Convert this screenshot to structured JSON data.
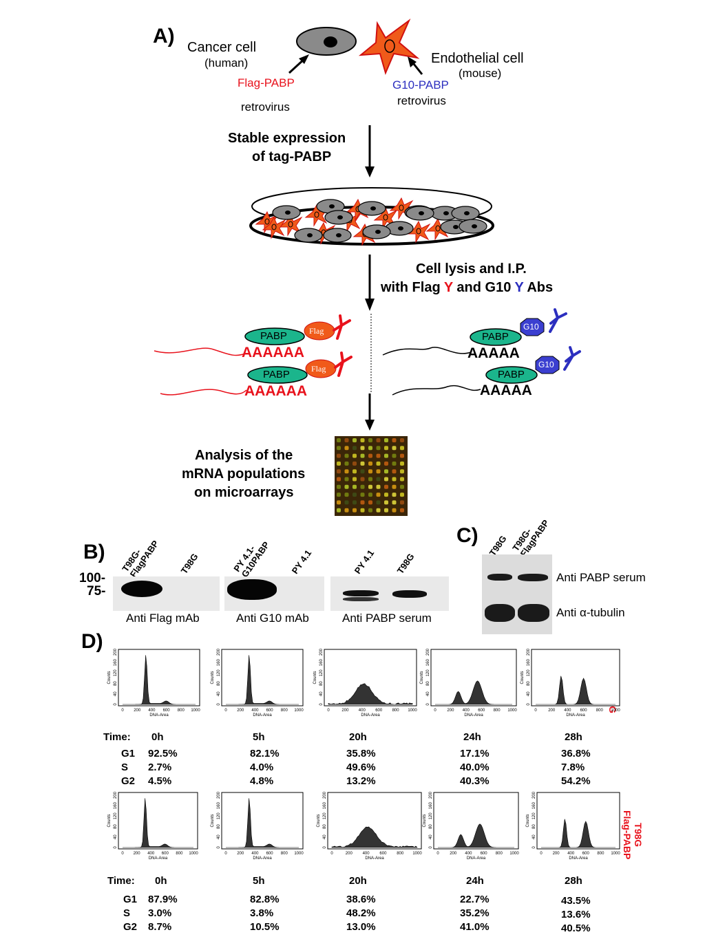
{
  "panelA": {
    "label": "A)",
    "cancer_cell": "Cancer cell",
    "human": "(human)",
    "flag_pabp": "Flag-PABP",
    "retrovirus_left": "retrovirus",
    "endothelial_cell": "Endothelial cell",
    "mouse": "(mouse)",
    "g10_pabp": "G10-PABP",
    "retrovirus_right": "retrovirus",
    "stable_line1": "Stable expression",
    "stable_line2": "of tag-PABP",
    "lysis_line1": "Cell lysis and I.P.",
    "lysis_line2_a": "with Flag ",
    "lysis_y1": "Y",
    "lysis_line2_b": " and G10 ",
    "lysis_y2": "Y",
    "lysis_line2_c": " Abs",
    "pabp": "PABP",
    "flag": "Flag",
    "g10": "G10",
    "polyA_long": "AAAAAA",
    "polyA_short": "AAAAA",
    "analysis_line1": "Analysis of the",
    "analysis_line2": "mRNA populations",
    "analysis_line3": "on microarrays"
  },
  "panelB": {
    "label": "B)",
    "marker_100": "100-",
    "marker_75": "75-",
    "lanes1": [
      "T98G-\nFlagPABP",
      "T98G"
    ],
    "lanes2": [
      "PY 4.1-\nG10PABP",
      "PY 4.1"
    ],
    "lanes3": [
      "PY 4.1",
      "T98G"
    ],
    "caption1": "Anti Flag mAb",
    "caption2": "Anti G10 mAb",
    "caption3": "Anti PABP serum"
  },
  "panelC": {
    "label": "C)",
    "lanes": [
      "T98G",
      "T98G-\nFlagPABP"
    ],
    "caption1": "Anti PABP serum",
    "caption2": "Anti α-tubulin"
  },
  "panelD": {
    "label": "D)",
    "row1_label": "T98G",
    "row2_label": "T98G\nFlag-PABP",
    "time_label": "Time:",
    "x_axis_title": "DNA-Area",
    "y_axis_title": "Counts",
    "x_ticks": [
      "0",
      "200",
      "400",
      "600",
      "800",
      "1000"
    ],
    "y_ticks": [
      "0",
      "40",
      "80",
      "120",
      "160",
      "200"
    ],
    "phases": [
      "G1",
      "S",
      "G2"
    ],
    "times": [
      "0h",
      "5h",
      "20h",
      "24h",
      "28h"
    ],
    "row1": {
      "G1": [
        "92.5%",
        "82.1%",
        "35.8%",
        "17.1%",
        "36.8%"
      ],
      "S": [
        "2.7%",
        "4.0%",
        "49.6%",
        "40.0%",
        "7.8%"
      ],
      "G2": [
        "4.5%",
        "4.8%",
        "13.2%",
        "40.3%",
        "54.2%"
      ]
    },
    "row2": {
      "G1": [
        "87.9%",
        "82.8%",
        "38.6%",
        "22.7%",
        "43.5%"
      ],
      "S": [
        "3.0%",
        "3.8%",
        "48.2%",
        "35.2%",
        "13.6%"
      ],
      "G2": [
        "8.7%",
        "10.5%",
        "13.0%",
        "41.0%",
        "40.5%"
      ]
    }
  },
  "colors": {
    "red": "#e8121c",
    "blue": "#2c2fbf",
    "pabp_green": "#1bb58c",
    "cancer_gray": "#8a8a8a",
    "endothelial_orange": "#f05a1a"
  }
}
